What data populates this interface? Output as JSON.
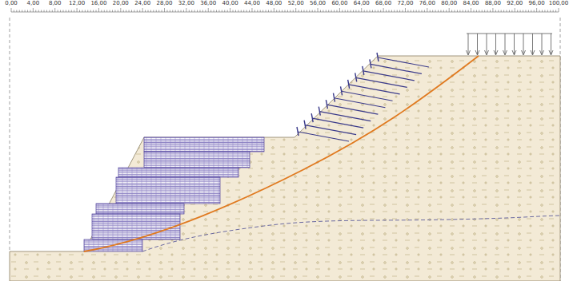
{
  "diagram": {
    "labels": [
      "0,00",
      "4,00",
      "8,00",
      "12,00",
      "16,00",
      "20,00",
      "24,00",
      "28,00",
      "32,00",
      "36,00",
      "40,00",
      "44,00",
      "48,00",
      "52,00",
      "56,00",
      "60,00",
      "64,00",
      "68,00",
      "72,00",
      "76,00",
      "80,00",
      "84,00",
      "88,00",
      "92,00",
      "96,00",
      "100,00"
    ]
  }
}
